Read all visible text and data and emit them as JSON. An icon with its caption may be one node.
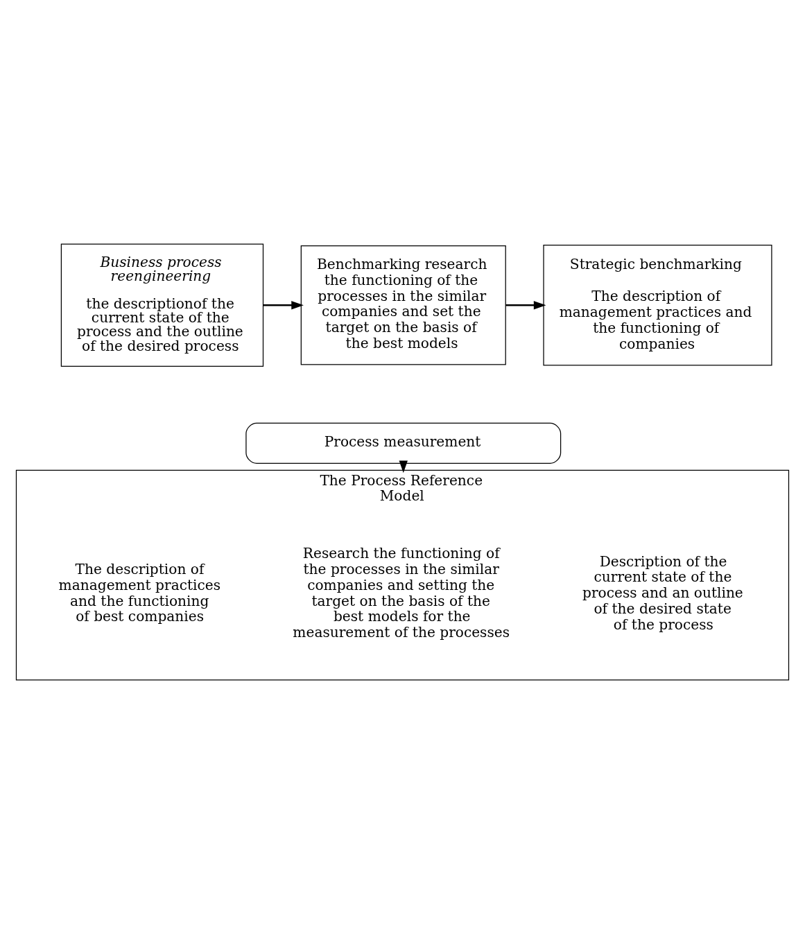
{
  "diagram": {
    "nodes": [
      {
        "text": [
          "Business process reengineering",
          "the descriptionof the current state of the process and the outline of the desired process"
        ]
      },
      {
        "text": [
          "Benchmarking research the functioning of the processes in the similar companies and set the target on the basis of the best models"
        ]
      },
      {
        "text": [
          "Strategic benchmarking",
          "The description of management practices and the functioning of companies"
        ]
      },
      {
        "text": [
          "Process measurement"
        ]
      },
      {
        "text": [
          "The Process Reference Model"
        ]
      },
      {
        "text": [
          "Description of the current state of the process and an outline of the desired state of the process"
        ],
        "in": 4
      },
      {
        "text": [
          "Research the functioning of the processes in the similar companies and setting the target on the basis of the best models for the measurement of the processes"
        ],
        "in": 4
      },
      {
        "text": [
          "The description of management practices and the functioning of best companies"
        ],
        "in": 4
      }
    ],
    "edges": [
      {
        "from": 0,
        "to": 1,
        "arrow": "to"
      },
      {
        "from": 1,
        "to": 2,
        "arrow": "to"
      },
      {
        "from": 3,
        "to": 4,
        "arrow": "to"
      }
    ]
  }
}
